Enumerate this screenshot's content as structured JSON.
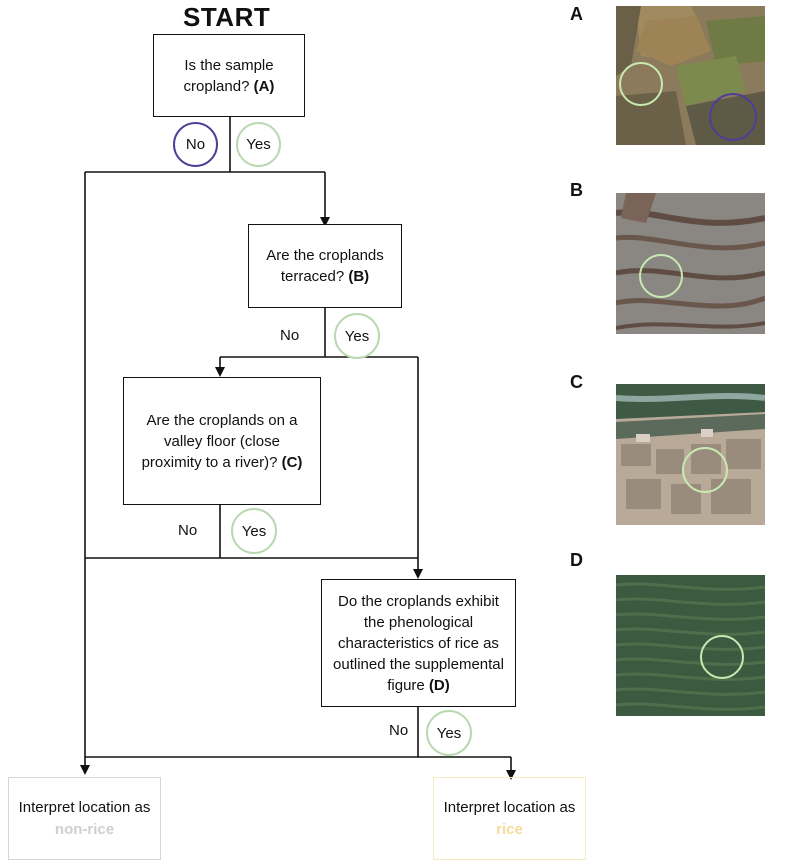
{
  "flowchart": {
    "start": "START",
    "q1": {
      "text": "Is the sample cropland?",
      "ref": "(A)"
    },
    "q2": {
      "text": "Are the croplands terraced?",
      "ref": "(B)"
    },
    "q3": {
      "text": "Are the croplands on a valley floor (close proximity to a river)?",
      "ref": "(C)"
    },
    "q4": {
      "text": "Do the croplands exhibit the phenological characteristics of rice as outlined the supplemental figure",
      "ref": "(D)"
    },
    "no_label": "No",
    "yes_label": "Yes",
    "out_nonrice": {
      "prefix": "Interpret location as",
      "highlight": "non-rice"
    },
    "out_rice": {
      "prefix": "Interpret location as",
      "highlight": "rice"
    }
  },
  "panels": [
    {
      "label": "A"
    },
    {
      "label": "B"
    },
    {
      "label": "C"
    },
    {
      "label": "D"
    }
  ],
  "colors": {
    "yes_circle": "#b9d8b0",
    "no_circle": "#4d3f95",
    "nonrice_text": "#cfcfcf",
    "rice_text": "#f6dc9a"
  }
}
